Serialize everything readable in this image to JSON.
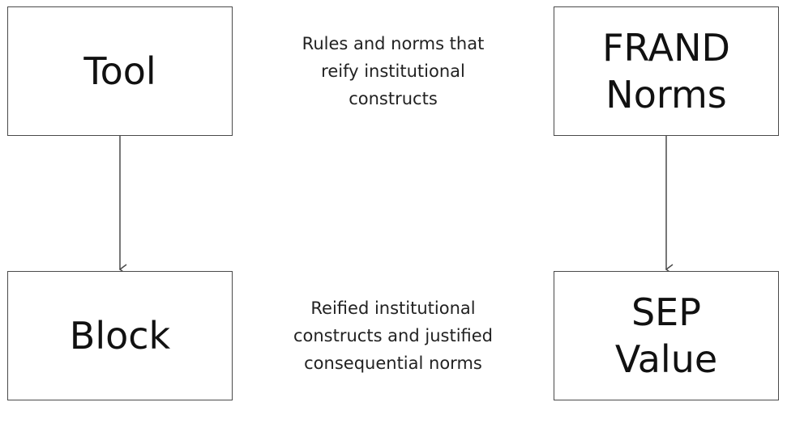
{
  "boxes": {
    "tool": {
      "line1": "Tool",
      "line2": ""
    },
    "block": {
      "line1": "Block",
      "line2": ""
    },
    "frand": {
      "line1": "FRAND",
      "line2": "Norms"
    },
    "sep": {
      "line1": "SEP",
      "line2": "Value"
    }
  },
  "captions": {
    "top": {
      "line1": "Rules and norms that",
      "line2": "reify institutional",
      "line3": "constructs"
    },
    "bottom": {
      "line1": "Reified institutional",
      "line2": "constructs and justified",
      "line3": "consequential norms"
    }
  },
  "colors": {
    "border": "#4a4a4a",
    "arrow": "#4a4a4a",
    "text": "#111111"
  }
}
